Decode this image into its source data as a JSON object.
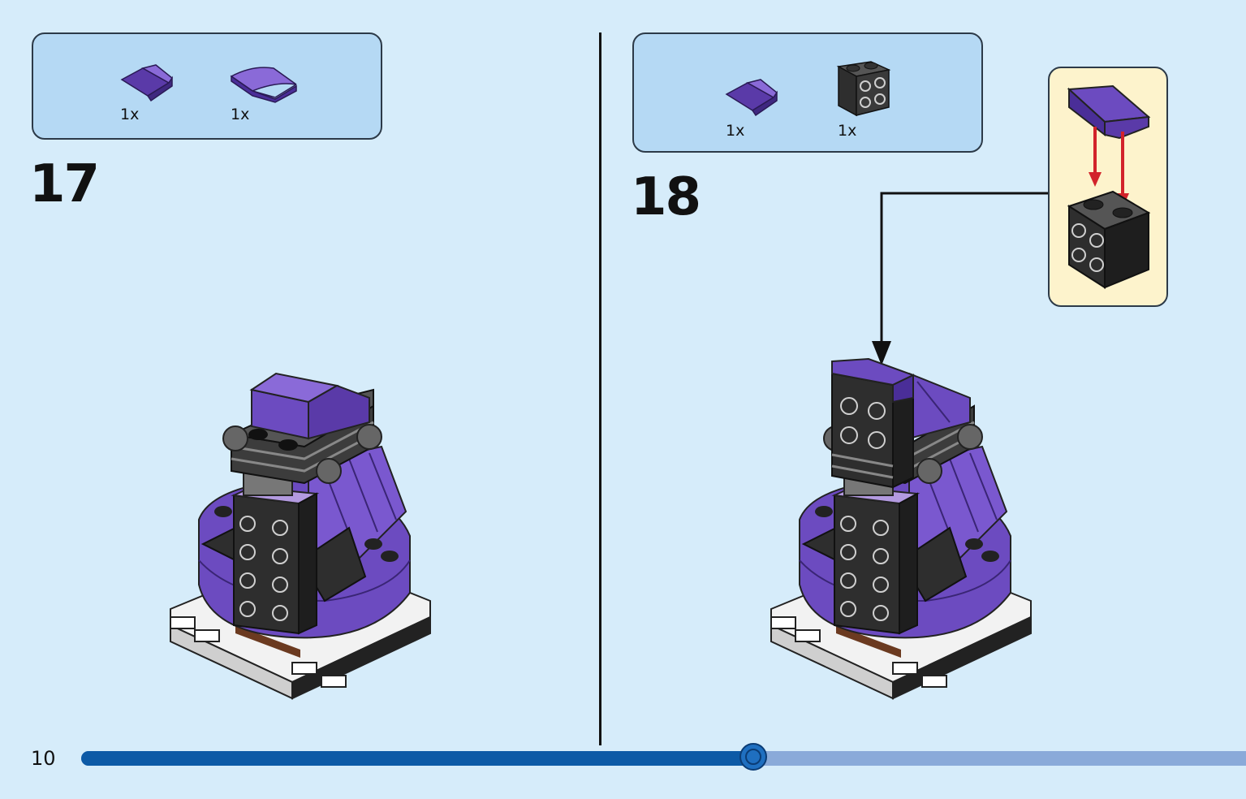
{
  "page": {
    "number": "10"
  },
  "progress": {
    "fraction": 0.577
  },
  "steps": [
    {
      "number": "17",
      "parts": [
        {
          "name": "purple-slope-piece",
          "qty": "1x"
        },
        {
          "name": "purple-curved-slope-piece",
          "qty": "1x"
        }
      ]
    },
    {
      "number": "18",
      "parts": [
        {
          "name": "purple-slope-piece",
          "qty": "1x"
        },
        {
          "name": "black-brick-with-studs-on-side",
          "qty": "1x"
        }
      ]
    }
  ],
  "colors": {
    "background": "#d6ecfa",
    "parts_box": "#b5d9f4",
    "callout": "#fdf3cc",
    "purple": "#6c4bc0",
    "black_brick": "#2e2e2e",
    "arrow_red": "#d2232a",
    "progress_fill": "#0d5aa6",
    "progress_track": "#8aaad9"
  }
}
